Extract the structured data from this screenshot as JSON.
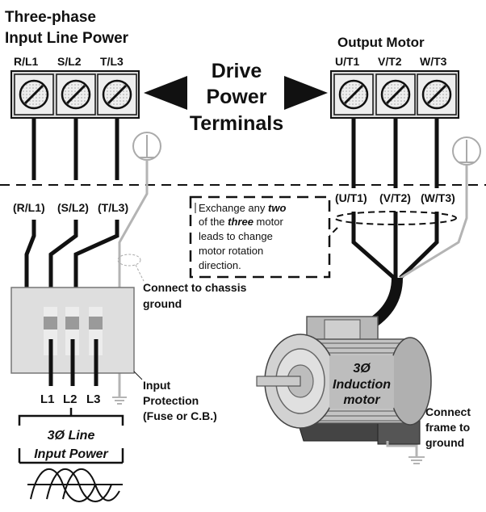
{
  "input_section": {
    "title_line1": "Three-phase",
    "title_line2": "Input Line Power",
    "terminals": [
      "R/L1",
      "S/L2",
      "T/L3"
    ],
    "wire_labels": [
      "(R/L1)",
      "(S/L2)",
      "(T/L3)"
    ],
    "line_labels": [
      "L1",
      "L2",
      "L3"
    ]
  },
  "output_section": {
    "title": "Output Motor",
    "terminals": [
      "U/T1",
      "V/T2",
      "W/T3"
    ],
    "wire_labels": [
      "(U/T1)",
      "(V/T2)",
      "(W/T3)"
    ]
  },
  "center_label": {
    "line1": "Drive",
    "line2": "Power",
    "line3": "Terminals"
  },
  "note": {
    "line1_pre": "Exchange any ",
    "line1_em": "two",
    "line2_pre": "of the ",
    "line2_em": "three",
    "line2_post": " motor",
    "line3": "leads to change",
    "line4": "motor rotation",
    "line5": "direction."
  },
  "labels": {
    "chassis_ground_line1": "Connect to chassis",
    "chassis_ground_line2": "ground",
    "input_protection_line1": "Input",
    "input_protection_line2": "Protection",
    "input_protection_line3": "(Fuse or C.B.)",
    "line_input_line1": "3Ø Line",
    "line_input_line2": "Input Power",
    "motor_line1": "3Ø",
    "motor_line2": "Induction",
    "motor_line3": "motor",
    "frame_ground_line1": "Connect",
    "frame_ground_line2": "frame to",
    "frame_ground_line3": "ground"
  },
  "colors": {
    "wire": "#111111",
    "ground_wire": "#b4b4b4",
    "terminal_block": "#d9d9d9",
    "protection_box": "#dedede",
    "motor_body": "#bdbdbd"
  }
}
